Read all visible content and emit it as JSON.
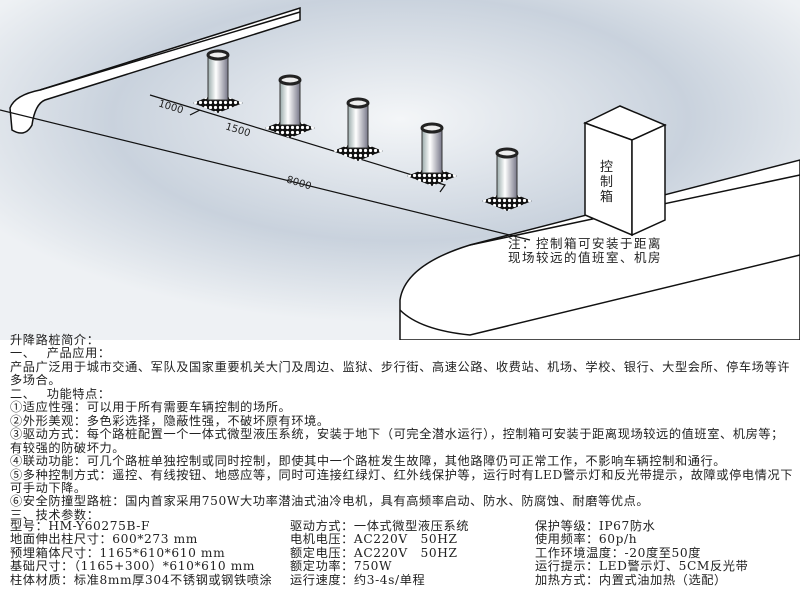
{
  "diagram": {
    "dimensions": [
      "1000",
      "1500",
      "8000"
    ],
    "control_box_label": "控制箱",
    "note": "注：控制箱可安装于距离现场较远的值班室、机房"
  },
  "intro": {
    "title": "升降路桩简介：",
    "section1": "一、　 产品应用：",
    "applications": "产品广泛用于城市交通、军队及国家重要机关大门及周边、监狱、步行街、高速公路、收费站、机场、学校、银行、大型会所、停车场等许多场合。",
    "section2": "二、　 功能特点：",
    "features": [
      "①适应性强：可以用于所有需要车辆控制的场所。",
      "②外形美观：多色彩选择，隐蔽性强，不破坏原有环境。",
      "③驱动方式：每个路桩配置一个一体式微型液压系统，安装于地下（可完全潜水运行），控制箱可安装于距离现场较远的值班室、机房等；有较强的防破坏力。",
      "④联动功能：可几个路桩单独控制或同时控制，即使其中一个路桩发生故障，其他路障仍可正常工作，不影响车辆控制和通行。",
      "⑤多种控制方式：遥控、有线按钮、地感应等，同时可连接红绿灯、红外线保护等，运行时有LED警示灯和反光带提示，故障或停电情况下可手动下降。",
      "⑥安全防撞型路桩：国内首家采用750W大功率潜油式油冷电机，具有高频率启动、防水、防腐蚀、耐磨等优点。"
    ],
    "section3": "三、技术参数："
  },
  "specs": {
    "col1": [
      "型号：HM-Y60275B-F",
      "地面伸出柱尺寸：600*273 mm",
      "预埋箱体尺寸：1165*610*610 mm",
      "基础尺寸：（1165+300）*610*610 mm",
      "柱体材质：标准8mm厚304不锈钢或钢铁喷涂"
    ],
    "col2": [
      "驱动方式：一体式微型液压系统",
      "电机电压：AC220V　50HZ",
      "额定电压：AC220V　50HZ",
      "额定功率：750W",
      "运行速度：约3-4s/单程"
    ],
    "col3": [
      "保护等级：IP67防水",
      "使用频率：60p/h",
      "工作环境温度：-20度至50度",
      "运行提示：LED警示灯、5CM反光带",
      "加热方式：内置式油加热（选配）"
    ]
  }
}
